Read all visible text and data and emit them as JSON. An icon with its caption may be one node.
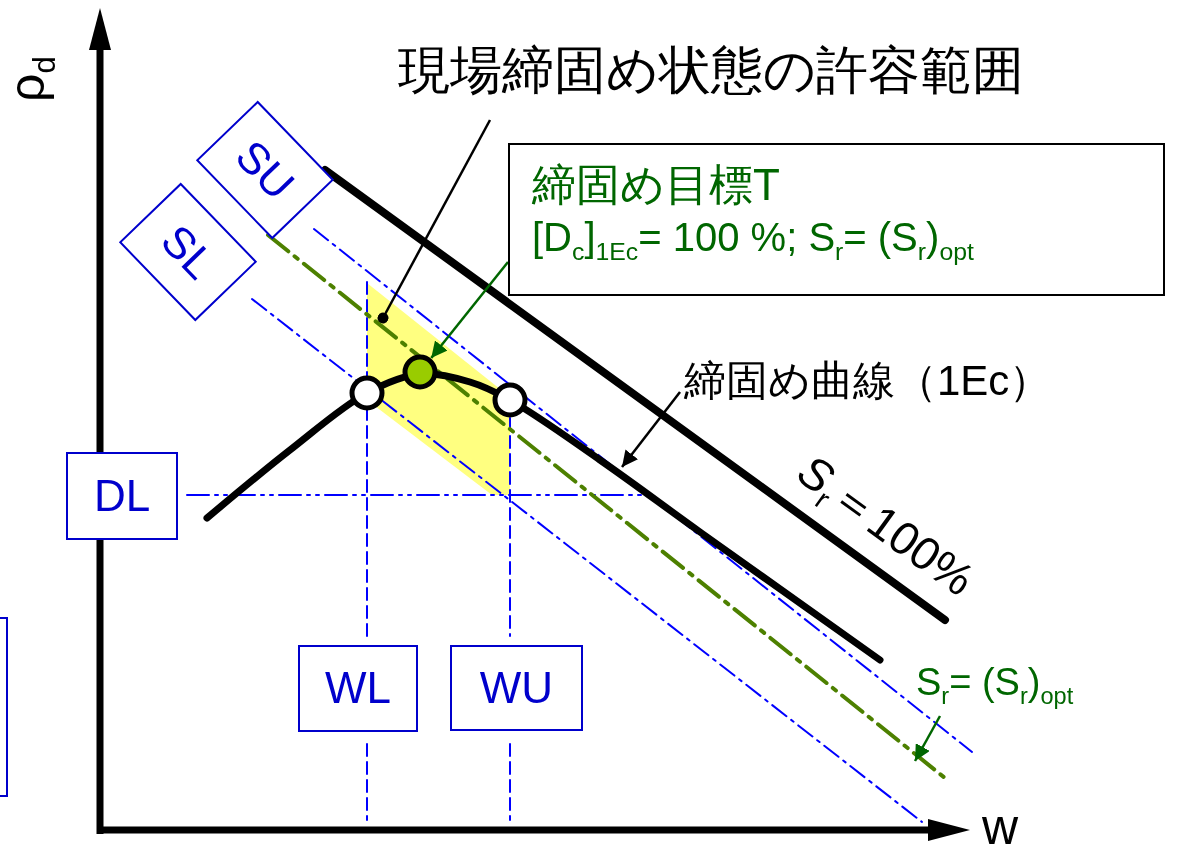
{
  "diagram": {
    "nodes": [
      {
        "text": [
          "現場締固め状態の許容範囲"
        ]
      },
      {
        "text": [
          "SU"
        ]
      },
      {
        "text": [
          "SL"
        ]
      },
      {
        "text": [
          "締固め目標T",
          "[D$_{c}$]$_{1Ec}$= 100 %; S$_{r}$= (S$_{r}$)$_{opt}$"
        ]
      },
      {
        "text": [],
        "shape": "circle"
      },
      {
        "text": [
          "締固め曲線（1Ec）"
        ]
      },
      {
        "text": [
          "DL"
        ]
      },
      {
        "text": [],
        "shape": "box"
      },
      {
        "text": [
          "WL"
        ]
      },
      {
        "text": [
          "WU"
        ]
      },
      {
        "text": [
          "S$_{r}$= (S$_{r}$)$_{opt}$"
        ]
      }
    ],
    "edges": [
      {
        "from": 0,
        "to": null,
        "arrow": "other"
      },
      {
        "from": 3,
        "to": 4,
        "arrow": "to",
        "color": "#006600"
      },
      {
        "from": 5,
        "to": null,
        "arrow": "to"
      },
      {
        "from": 10,
        "to": null,
        "arrow": "to",
        "color": "#006600"
      }
    ],
    "labels": [
      "ρ$_{d}$",
      "*S*$_{r}$＝100%",
      "w"
    ]
  }
}
